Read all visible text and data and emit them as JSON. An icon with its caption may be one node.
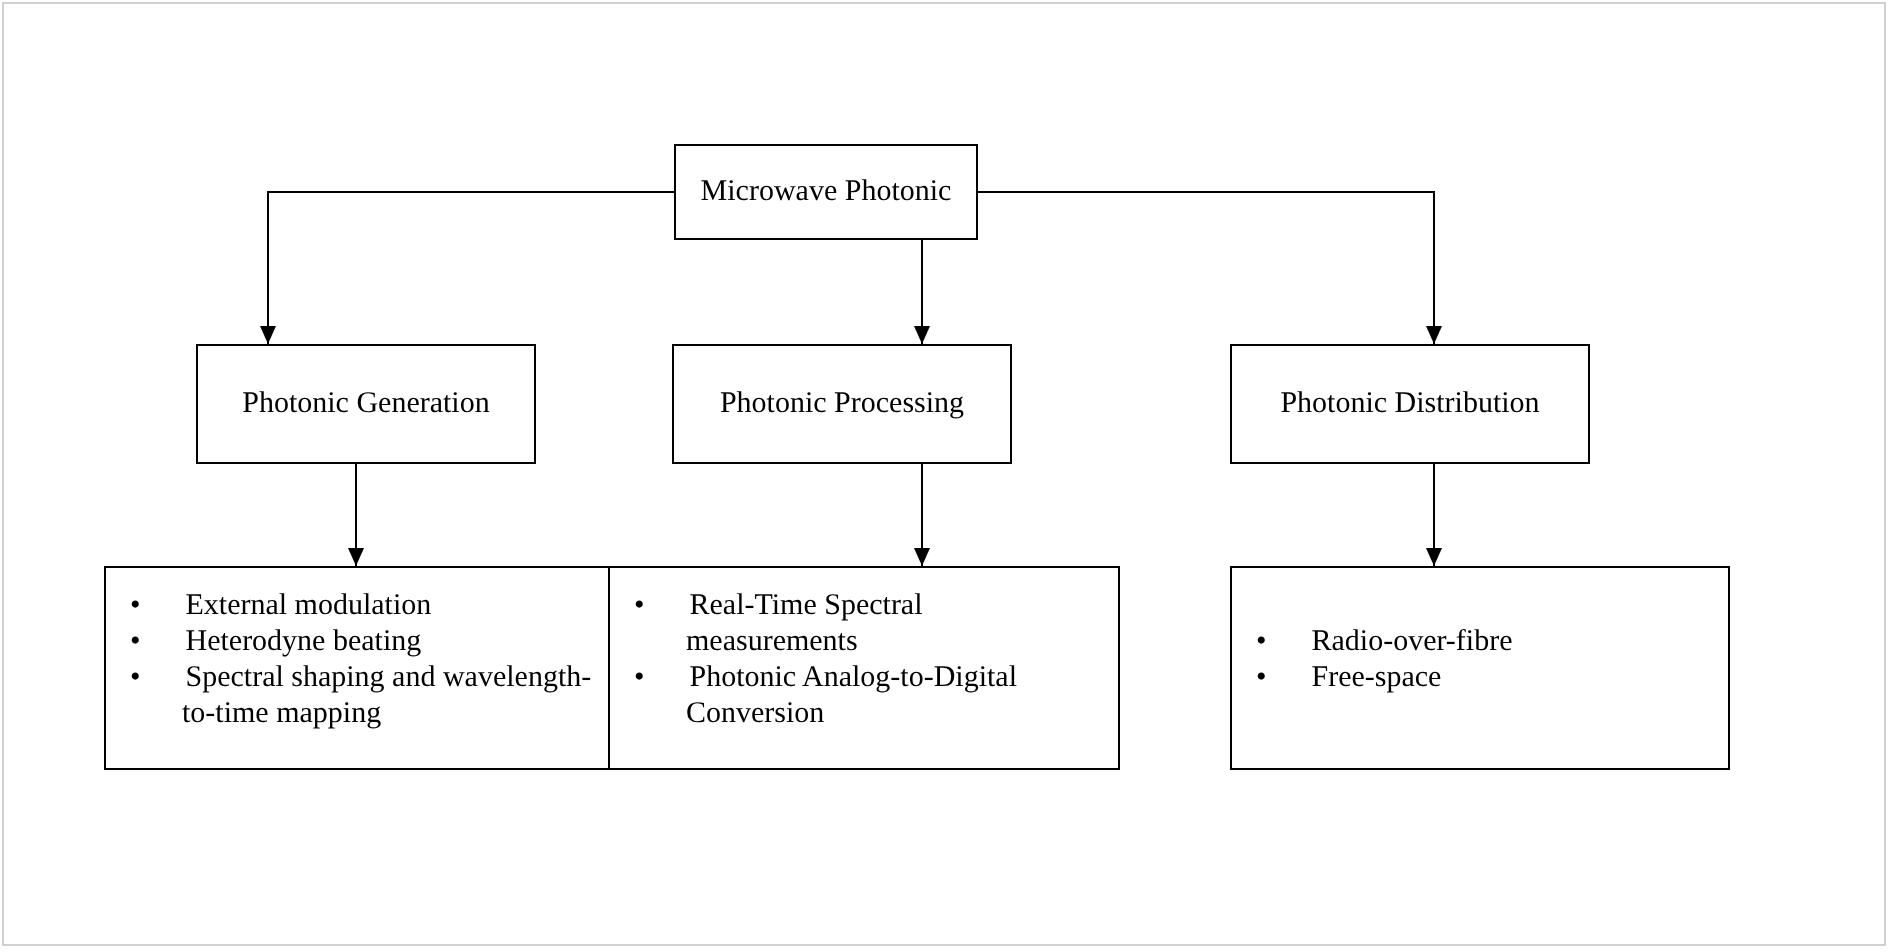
{
  "diagram": {
    "nodes": [
      {
        "text": [
          "Microwave Photonic"
        ]
      },
      {
        "text": [
          "Photonic Generation"
        ]
      },
      {
        "text": [
          "Photonic Processing"
        ]
      },
      {
        "text": [
          "Photonic Distribution"
        ]
      },
      {
        "text": [
          "• External modulation",
          "• Heterodyne beating",
          "• Spectral shaping and wavelength-to-time mapping"
        ]
      },
      {
        "text": [
          "• Real-Time Spectral measurements",
          "• Photonic Analog-to-Digital Conversion"
        ]
      },
      {
        "text": [
          "• Radio-over-fibre",
          "• Free-space"
        ]
      }
    ],
    "edges": [
      {
        "from": 0,
        "to": 1,
        "arrow": "to"
      },
      {
        "from": 0,
        "to": 2,
        "arrow": "to"
      },
      {
        "from": 0,
        "to": 3,
        "arrow": "to"
      },
      {
        "from": 1,
        "to": 4,
        "arrow": "to"
      },
      {
        "from": 2,
        "to": 5,
        "arrow": "to"
      },
      {
        "from": 3,
        "to": 6,
        "arrow": "to"
      }
    ]
  }
}
